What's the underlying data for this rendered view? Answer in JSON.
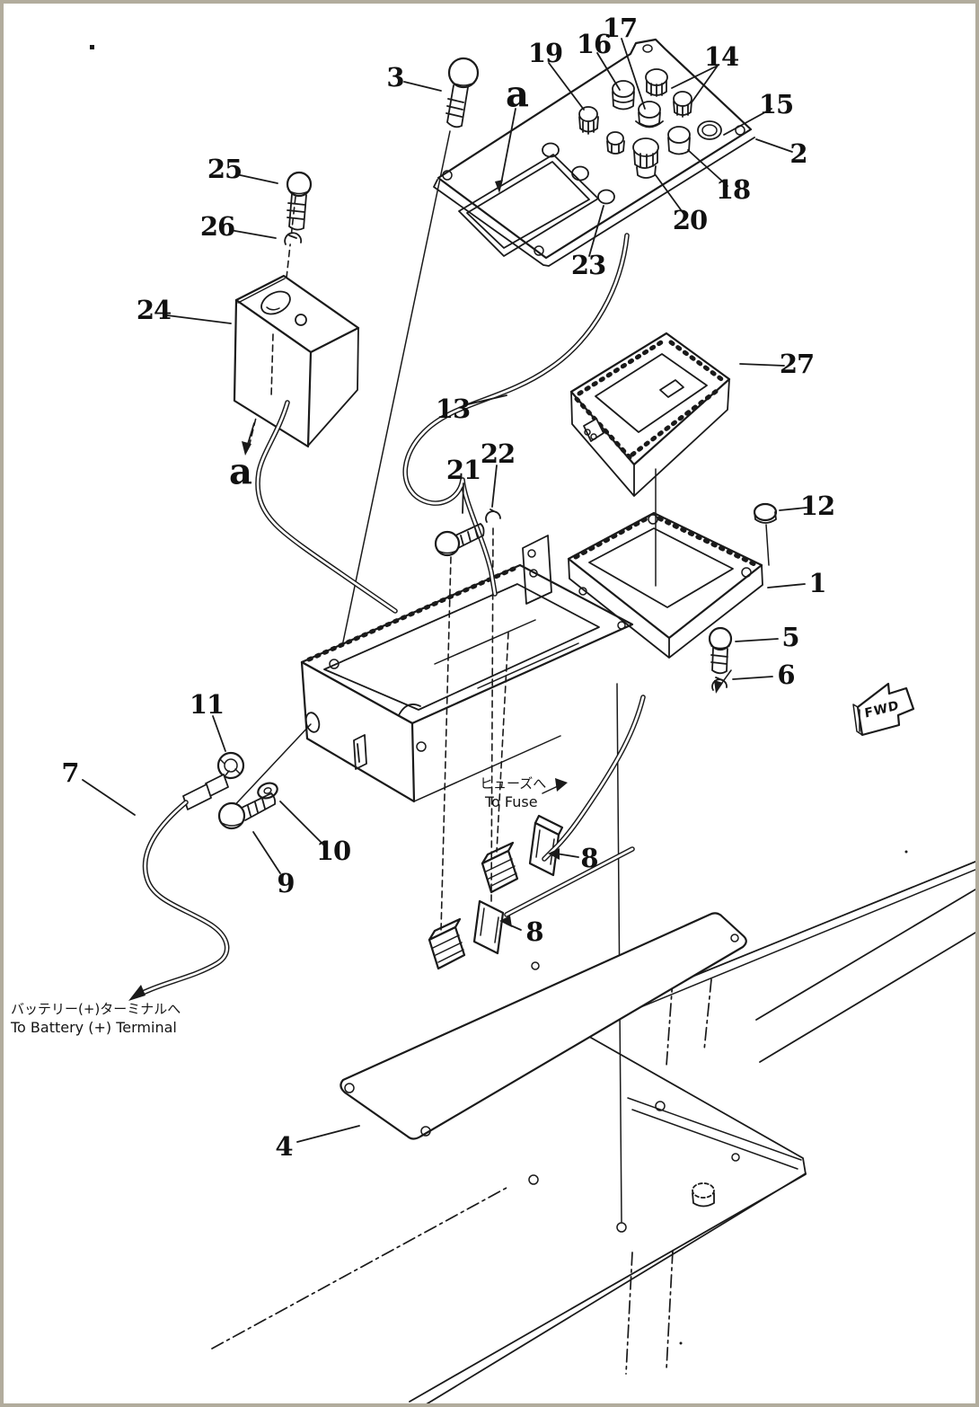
{
  "figure": {
    "kind": "exploded-parts-diagram",
    "description": "Instrument panel / console box exploded view with numbered callouts",
    "background_color": "#ffffff",
    "border_color": "#b2ac9d",
    "line_color": "#1a1a1a"
  },
  "callouts": [
    {
      "label": "17"
    },
    {
      "label": "16"
    },
    {
      "label": "19"
    },
    {
      "label": "14"
    },
    {
      "label": "15"
    },
    {
      "label": "2"
    },
    {
      "label": "18"
    },
    {
      "label": "20"
    },
    {
      "label": "23"
    },
    {
      "label": "3"
    },
    {
      "label": "a"
    },
    {
      "label": "25"
    },
    {
      "label": "26"
    },
    {
      "label": "24"
    },
    {
      "label": "a"
    },
    {
      "label": "13"
    },
    {
      "label": "27"
    },
    {
      "label": "21"
    },
    {
      "label": "22"
    },
    {
      "label": "12"
    },
    {
      "label": "1"
    },
    {
      "label": "5"
    },
    {
      "label": "6"
    },
    {
      "label": "11"
    },
    {
      "label": "7"
    },
    {
      "label": "10"
    },
    {
      "label": "9"
    },
    {
      "label": "8"
    },
    {
      "label": "8"
    },
    {
      "label": "4"
    }
  ],
  "labels": {
    "to_fuse_jp": "ヒューズへ",
    "to_fuse_en": "To Fuse",
    "to_battery_jp": "バッテリー(+)ターミナルへ",
    "to_battery_en": "To Battery (+) Terminal",
    "fwd": "FWD"
  }
}
